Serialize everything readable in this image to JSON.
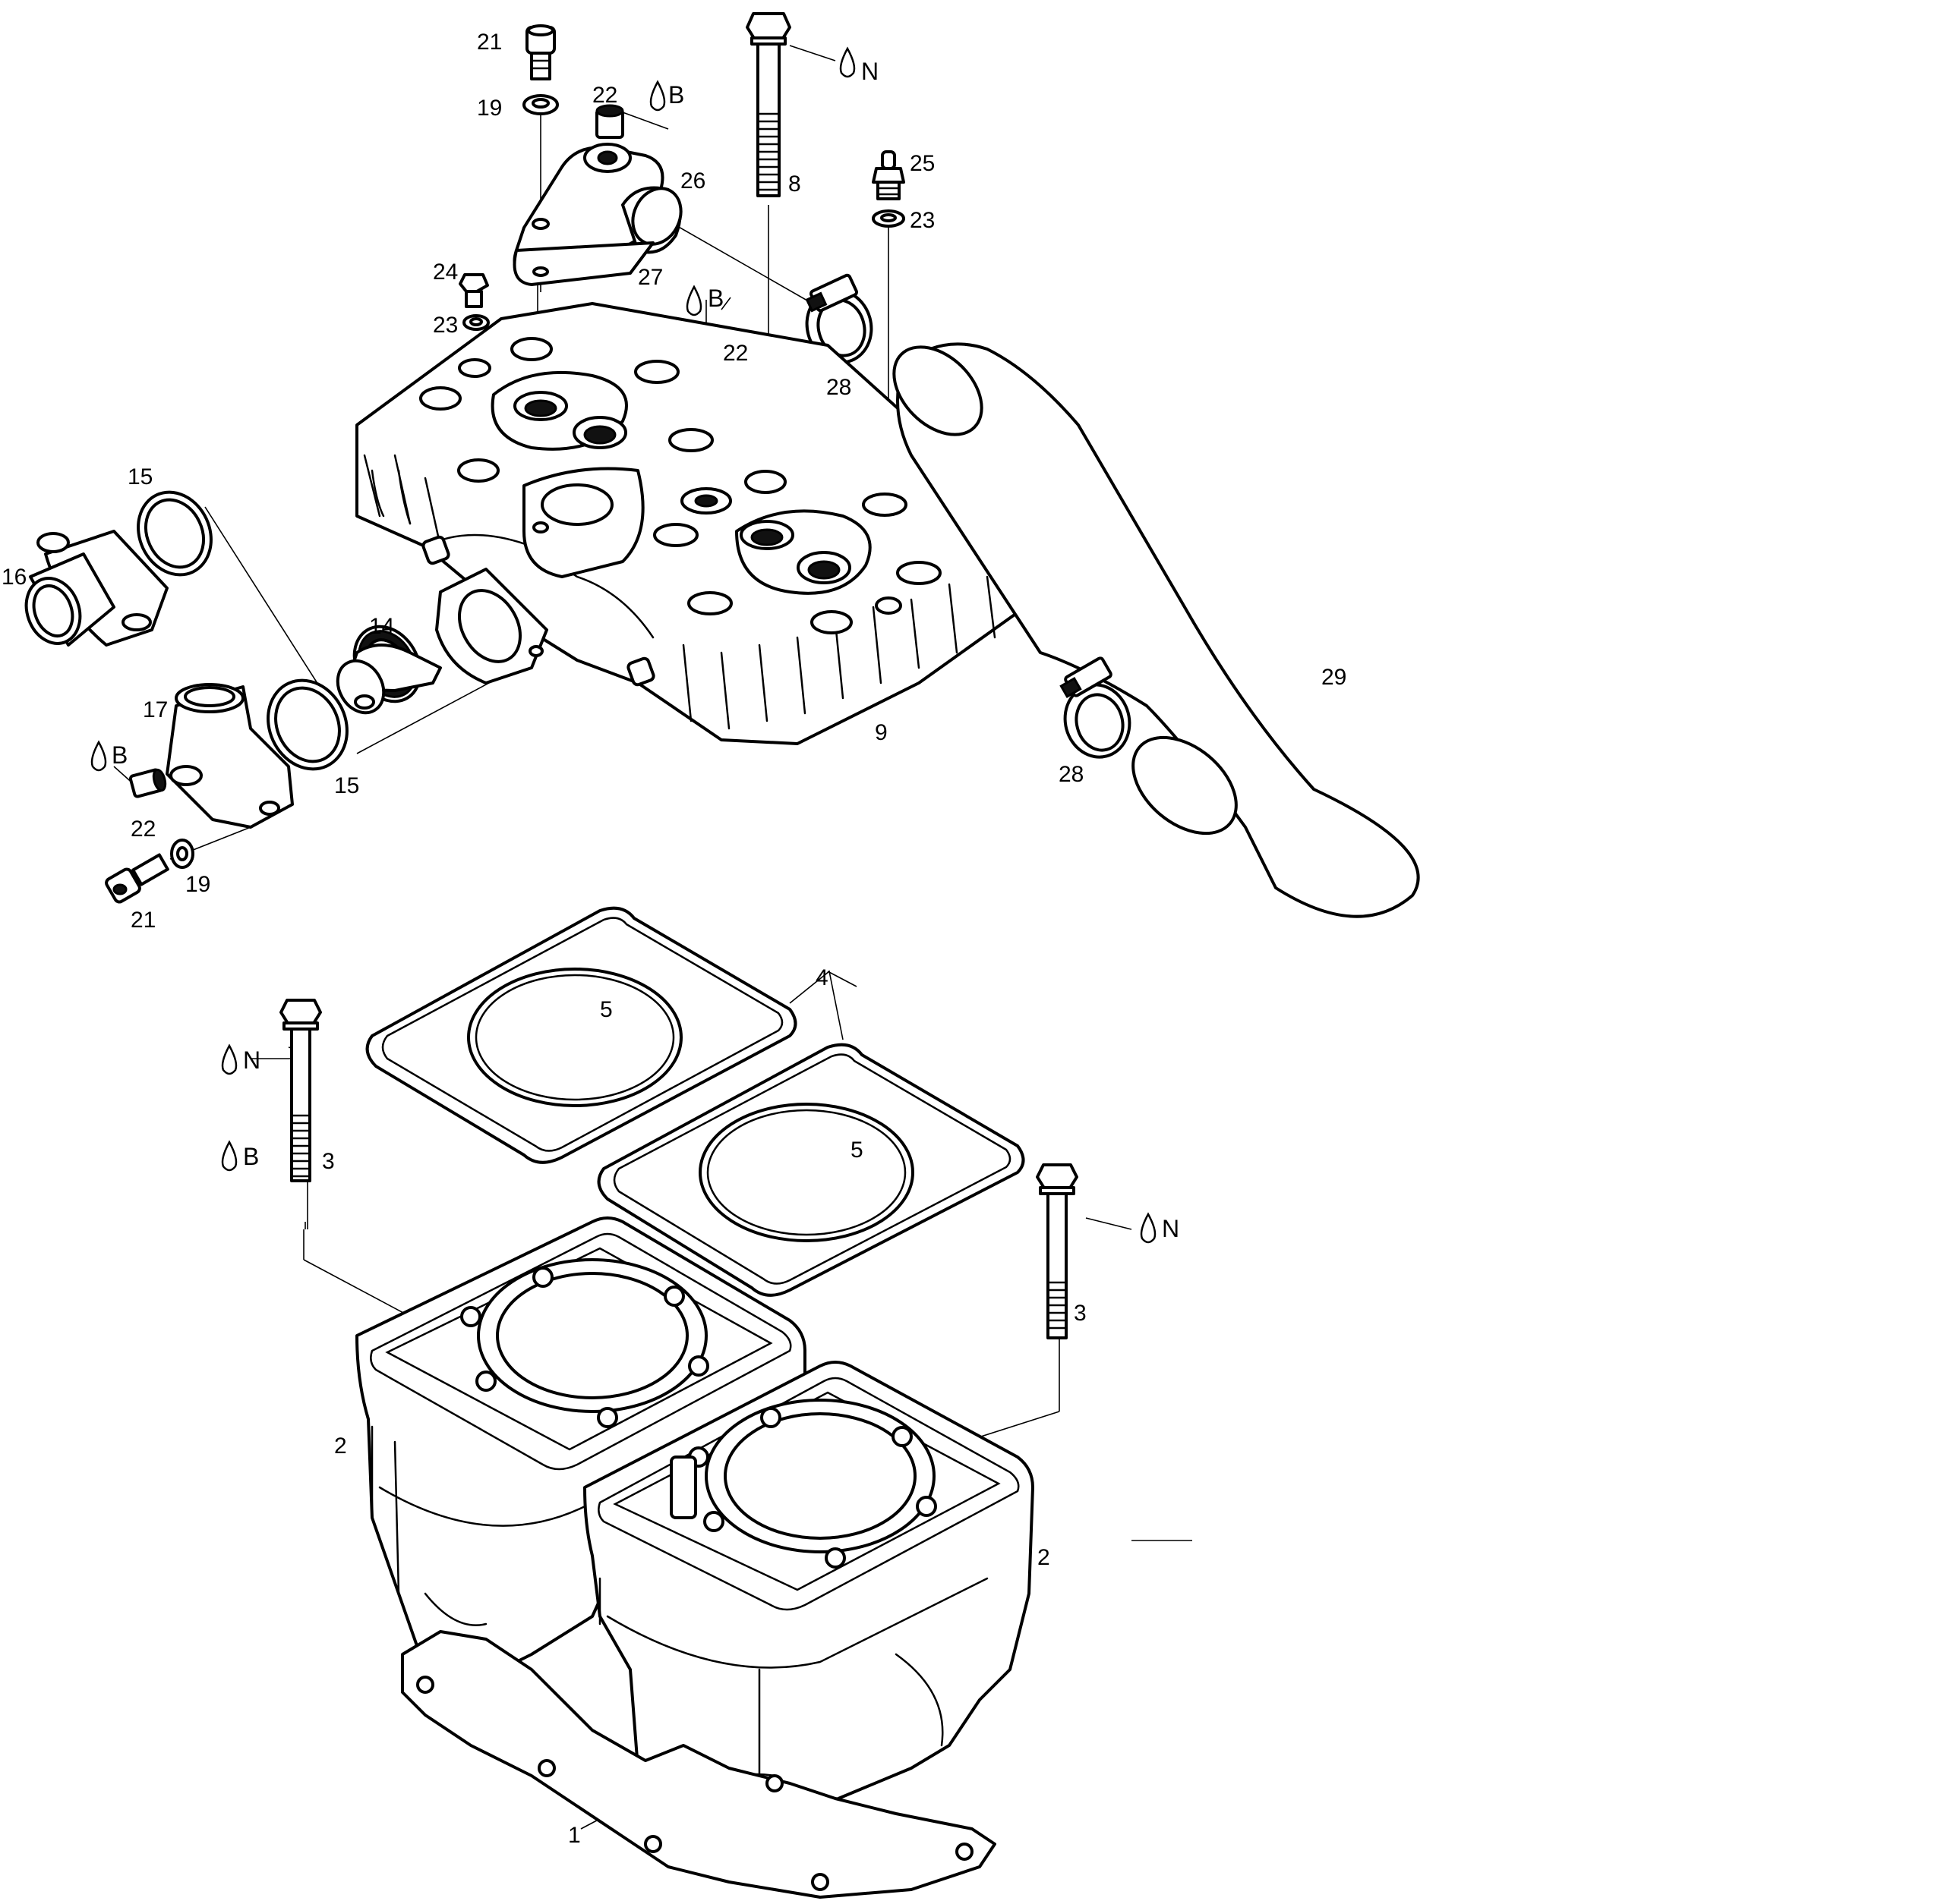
{
  "callouts": {
    "c21a": "21",
    "c19a": "19",
    "c22a": "22",
    "c26": "26",
    "c27": "27",
    "c8": "8",
    "c25": "25",
    "c23a": "23",
    "c24": "24",
    "c23b": "23",
    "c22b": "22",
    "c28a": "28",
    "c15a": "15",
    "c16": "16",
    "c14": "14",
    "c17": "17",
    "c22c": "22",
    "c15b": "15",
    "c21b": "21",
    "c19b": "19",
    "c9": "9",
    "c29": "29",
    "c28b": "28",
    "c4": "4",
    "c5a": "5",
    "c5b": "5",
    "c3a": "3",
    "c3b": "3",
    "c2a": "2",
    "c2b": "2",
    "c1": "1"
  },
  "symbols": {
    "s_n1": "N",
    "s_b1": "B",
    "s_b2": "B",
    "s_b3": "B",
    "s_n2": "N",
    "s_b4": "B",
    "s_n3": "N"
  },
  "icons": {
    "lubricant": "oil-drop-icon"
  }
}
